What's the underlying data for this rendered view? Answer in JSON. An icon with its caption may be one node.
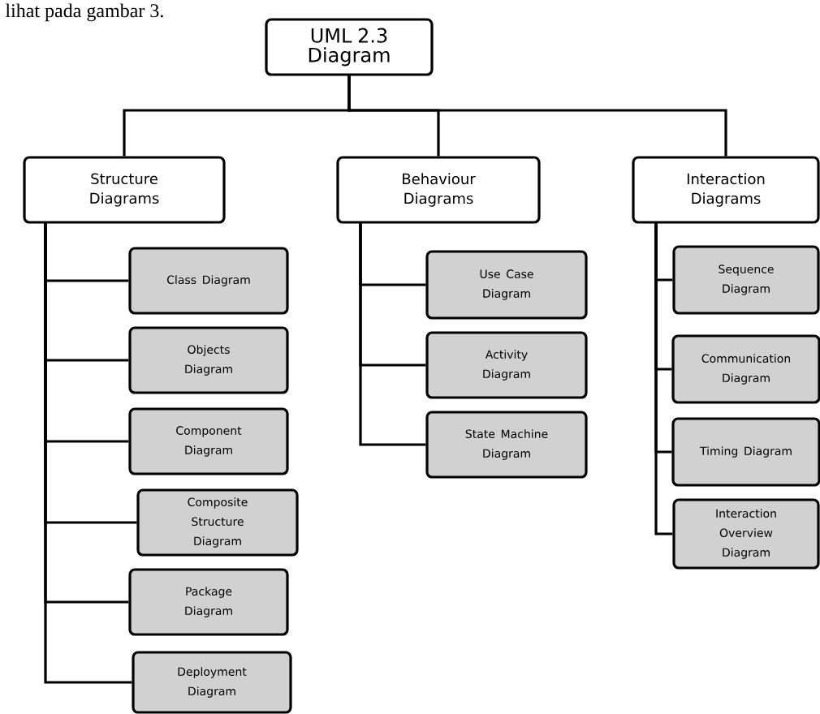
{
  "diagram": {
    "nodes": [
      {
        "text": [
          "UML 2.3 Diagram"
        ]
      },
      {
        "text": [
          "Structure Diagrams"
        ]
      },
      {
        "text": [
          "Behaviour Diagrams"
        ]
      },
      {
        "text": [
          "Interaction Diagrams"
        ]
      },
      {
        "text": [
          "Class Diagram"
        ]
      },
      {
        "text": [
          "Objects Diagram"
        ]
      },
      {
        "text": [
          "Component Diagram"
        ]
      },
      {
        "text": [
          "Composite Structure Diagram"
        ]
      },
      {
        "text": [
          "Package Diagram"
        ]
      },
      {
        "text": [
          "Deployment Diagram"
        ]
      },
      {
        "text": [
          "Use Case Diagram"
        ]
      },
      {
        "text": [
          "Activity Diagram"
        ]
      },
      {
        "text": [
          "State Machine Diagram"
        ]
      },
      {
        "text": [
          "Sequence Diagram"
        ]
      },
      {
        "text": [
          "Communication Diagram"
        ]
      },
      {
        "text": [
          "Timing Diagram"
        ]
      },
      {
        "text": [
          "Interaction Overview Diagram"
        ]
      }
    ],
    "edges": [
      {
        "from": 0,
        "to": 1,
        "arrow": "none"
      },
      {
        "from": 0,
        "to": 2,
        "arrow": "none"
      },
      {
        "from": 0,
        "to": 3,
        "arrow": "none"
      },
      {
        "from": 1,
        "to": 4,
        "arrow": "none"
      },
      {
        "from": 1,
        "to": 5,
        "arrow": "none"
      },
      {
        "from": 1,
        "to": 6,
        "arrow": "none"
      },
      {
        "from": 1,
        "to": 7,
        "arrow": "none"
      },
      {
        "from": 1,
        "to": 8,
        "arrow": "none"
      },
      {
        "from": 1,
        "to": 9,
        "arrow": "none"
      },
      {
        "from": 2,
        "to": 10,
        "arrow": "none"
      },
      {
        "from": 2,
        "to": 11,
        "arrow": "none"
      },
      {
        "from": 2,
        "to": 12,
        "arrow": "none"
      },
      {
        "from": 3,
        "to": 13,
        "arrow": "none"
      },
      {
        "from": 3,
        "to": 14,
        "arrow": "none"
      },
      {
        "from": 3,
        "to": 15,
        "arrow": "none"
      },
      {
        "from": 3,
        "to": 16,
        "arrow": "none"
      }
    ],
    "labels": [
      "lihat pada gambar 3."
    ]
  }
}
